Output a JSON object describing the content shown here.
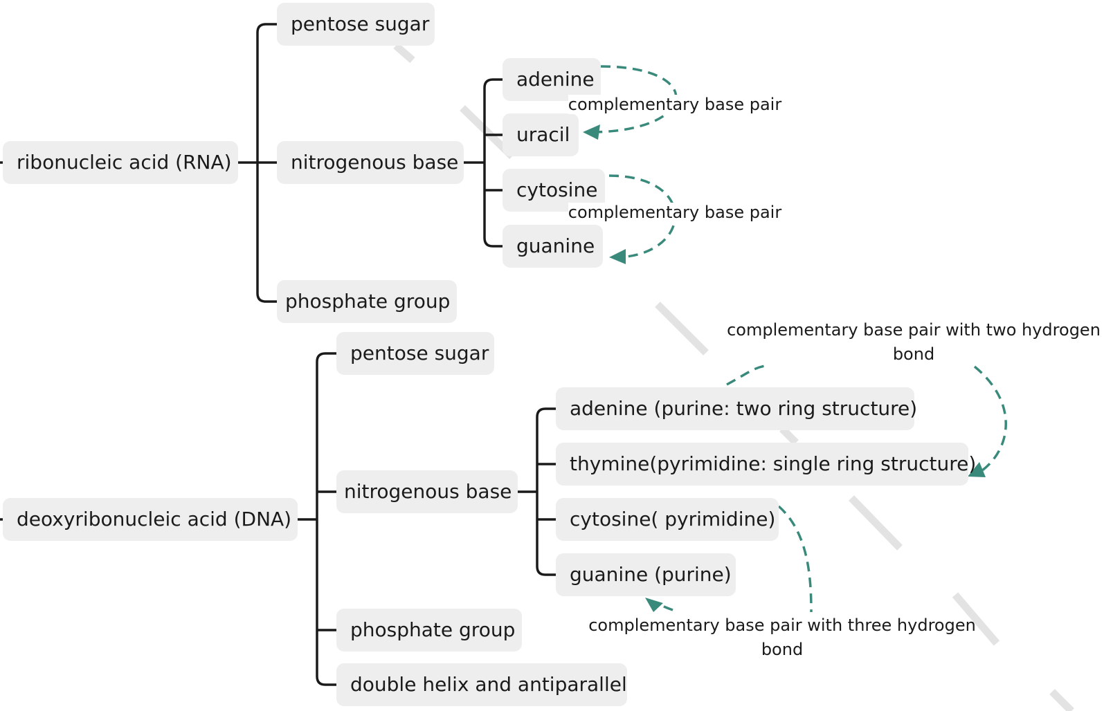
{
  "colors": {
    "node_fill": "#eeeeee",
    "connector": "#1a1a1a",
    "relation": "#3a8a7c",
    "watermark": "#e3e3e3"
  },
  "rna": {
    "root": "ribonucleic acid (RNA)",
    "pentose": "pentose sugar",
    "base": "nitrogenous base",
    "phosphate": "phosphate group",
    "bases": [
      "adenine",
      "uracil",
      "cytosine",
      "guanine"
    ]
  },
  "dna": {
    "root": "deoxyribonucleic acid (DNA)",
    "pentose": "pentose sugar",
    "base": "nitrogenous base",
    "phosphate": "phosphate group",
    "helix": "double helix and antiparallel",
    "bases": [
      "adenine (purine: two ring structure)",
      "thymine(pyrimidine: single ring structure)",
      "cytosine( pyrimidine)",
      "guanine (purine)"
    ]
  },
  "relations": {
    "rna_au": "complementary base pair",
    "rna_cg": "complementary base pair",
    "dna_at_line1": "complementary base pair with two hydrogen",
    "dna_at_line2": "bond",
    "dna_cg_line1": "complementary base pair with three hydrogen",
    "dna_cg_line2": "bond"
  }
}
